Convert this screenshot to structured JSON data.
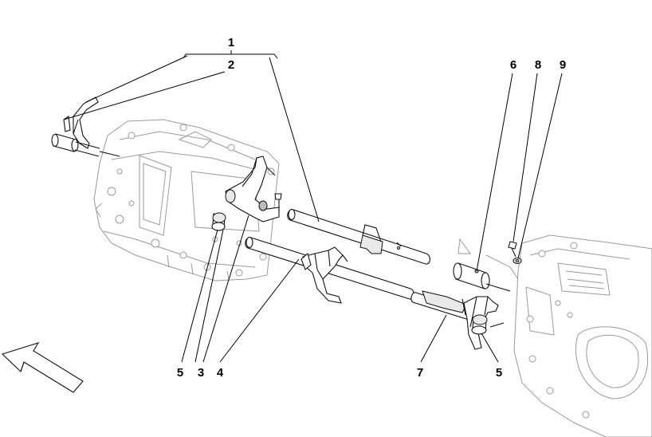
{
  "callouts": {
    "c1": "1",
    "c2": "2",
    "c3": "3",
    "c4": "4",
    "c5a": "5",
    "c5b": "5",
    "c6": "6",
    "c7": "7",
    "c8": "8",
    "c9": "9"
  },
  "icons": {
    "direction": "arrow-icon"
  },
  "colors": {
    "line": "#111111",
    "housing": "#9a9a9a",
    "background": "#ffffff"
  }
}
